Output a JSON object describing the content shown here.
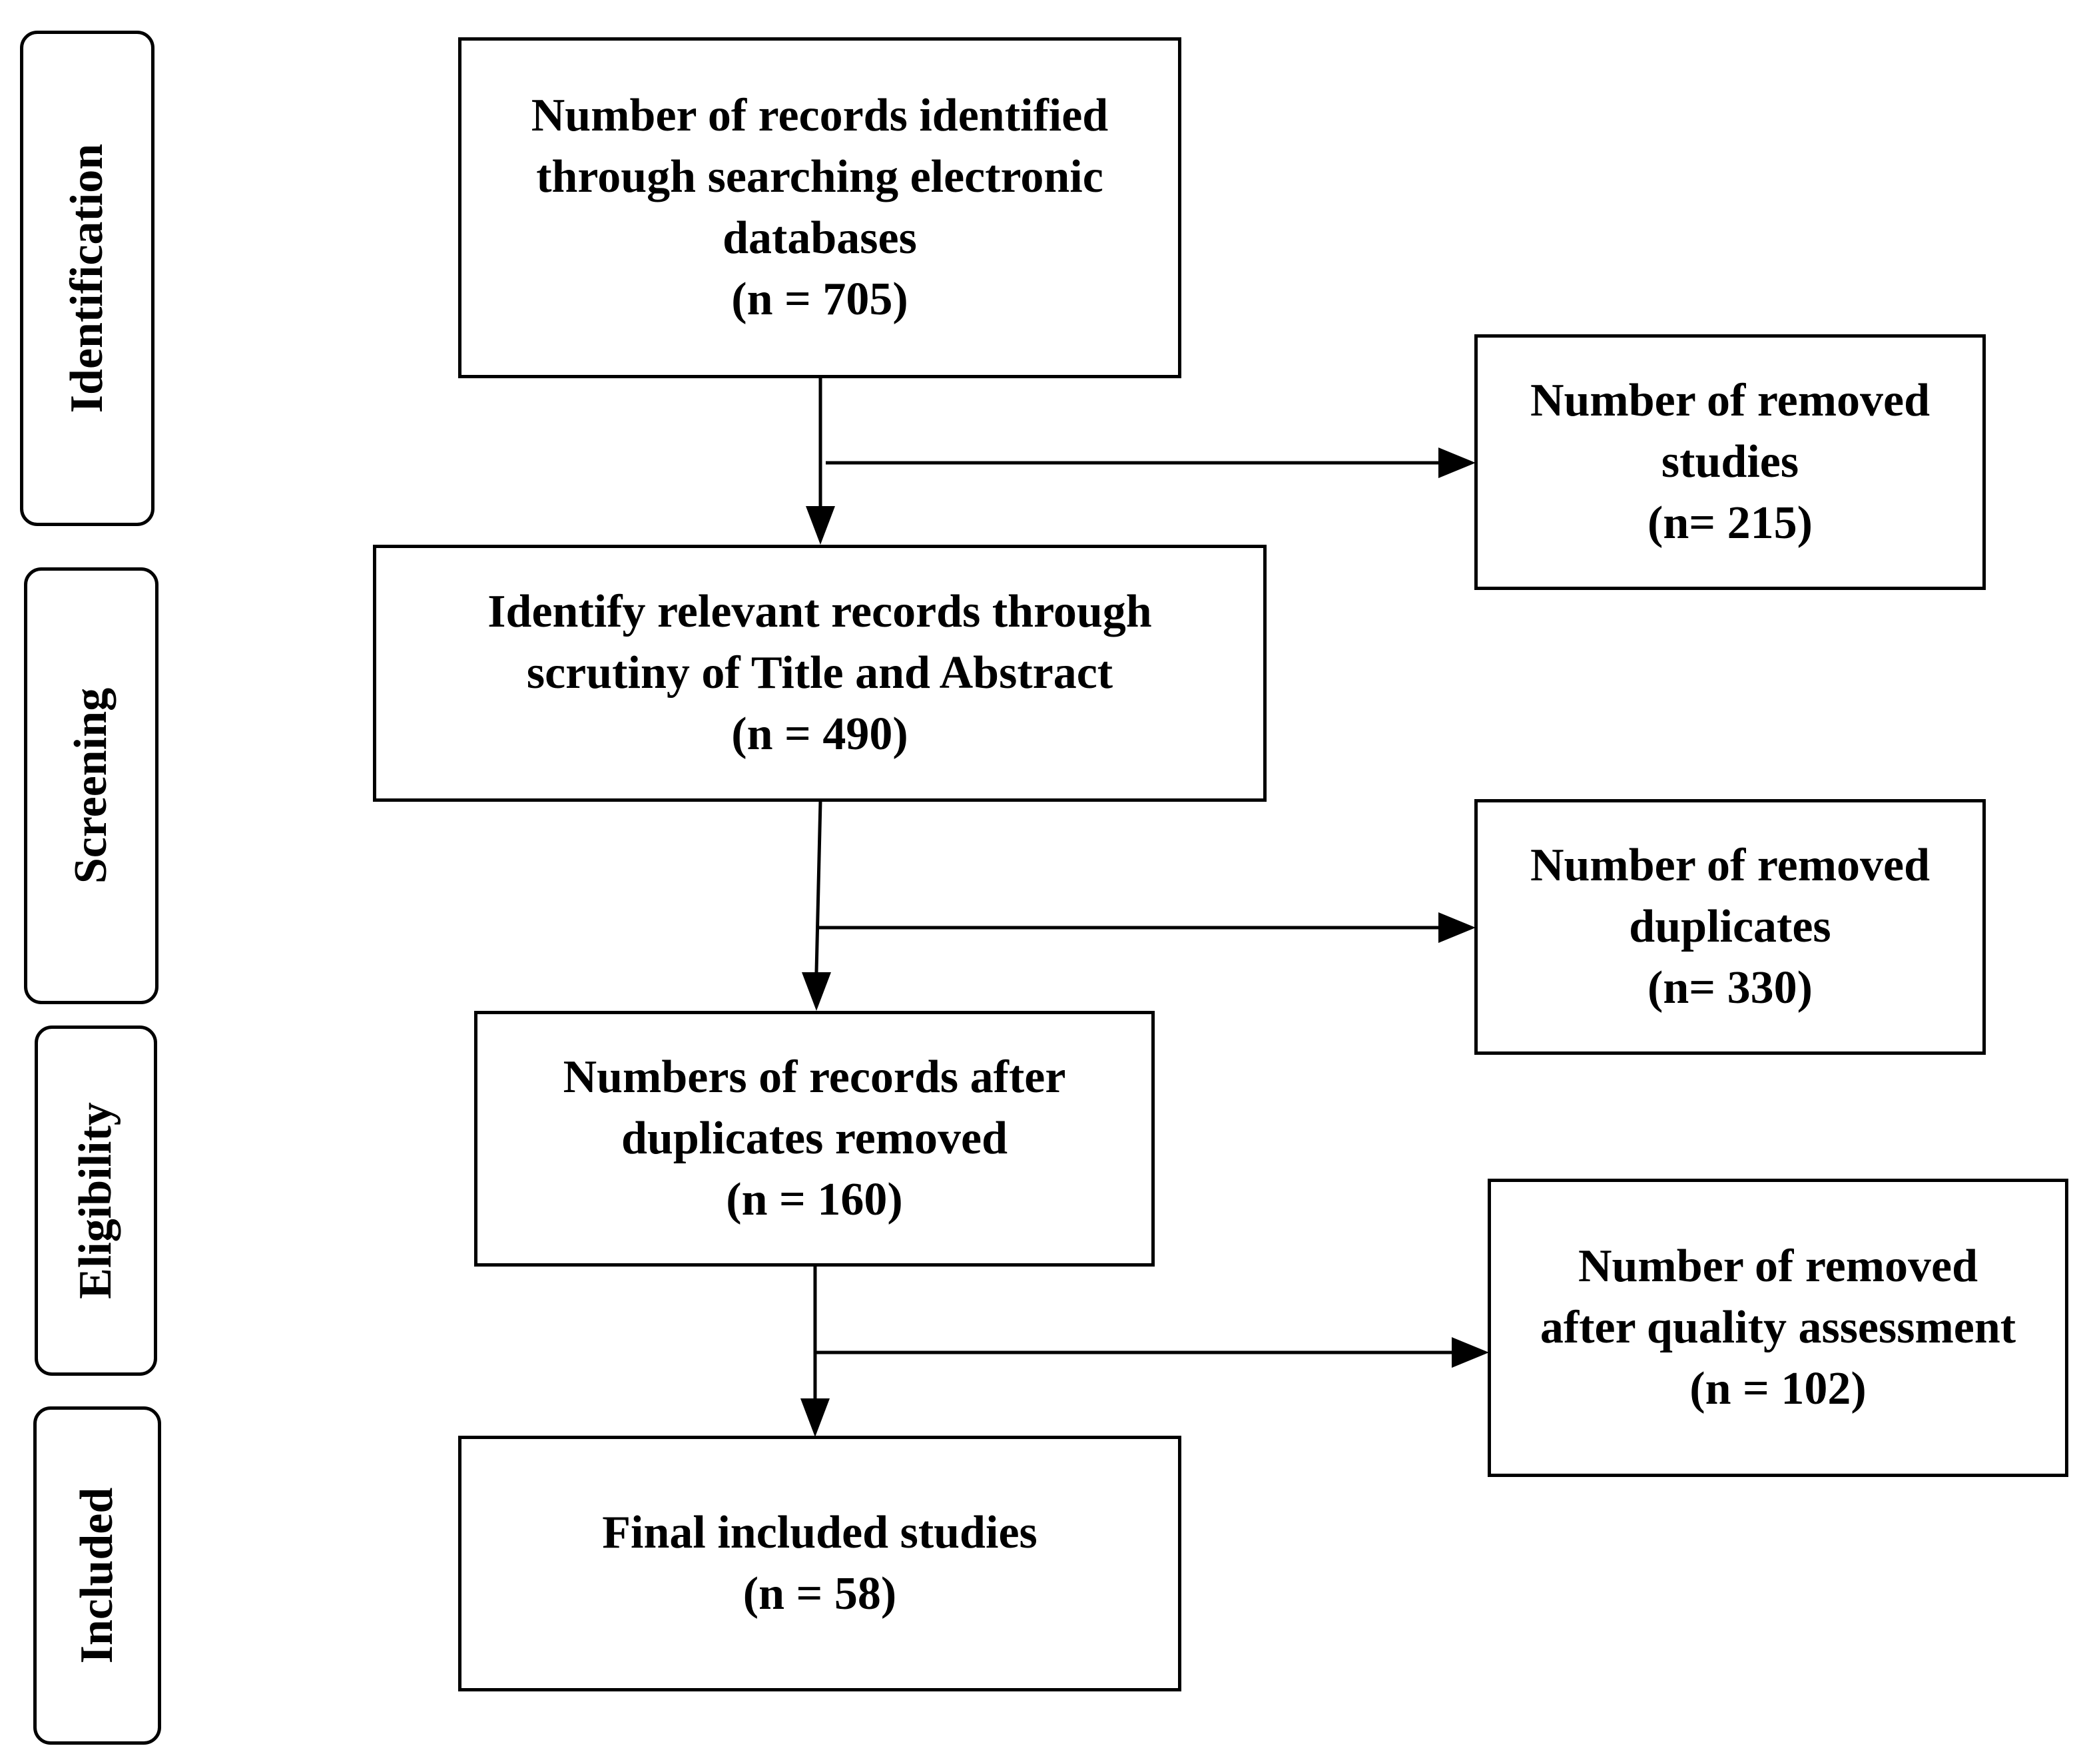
{
  "phases": [
    {
      "id": "identification",
      "label": "Identification"
    },
    {
      "id": "screening",
      "label": "Screening"
    },
    {
      "id": "eligibility",
      "label": "Eligibility"
    },
    {
      "id": "included",
      "label": "Included"
    }
  ],
  "main_boxes": [
    {
      "id": "identified",
      "lines": [
        "Number of records identified",
        "through searching electronic",
        "databases",
        "(n = 705)"
      ]
    },
    {
      "id": "screened",
      "lines": [
        "Identify relevant records through",
        "scrutiny of Title and Abstract",
        "(n = 490)"
      ]
    },
    {
      "id": "after_duplicates",
      "lines": [
        "Numbers of records after",
        "duplicates removed",
        "(n = 160)"
      ]
    },
    {
      "id": "final",
      "lines": [
        "Final included studies",
        "(n = 58)"
      ]
    }
  ],
  "side_boxes": [
    {
      "id": "removed_studies",
      "lines": [
        "Number of removed",
        "studies",
        "(n= 215)"
      ]
    },
    {
      "id": "removed_duplicates",
      "lines": [
        "Number of removed",
        "duplicates",
        "(n= 330)"
      ]
    },
    {
      "id": "removed_quality",
      "lines": [
        "Number of removed",
        "after quality assessment",
        "(n = 102)"
      ]
    }
  ]
}
